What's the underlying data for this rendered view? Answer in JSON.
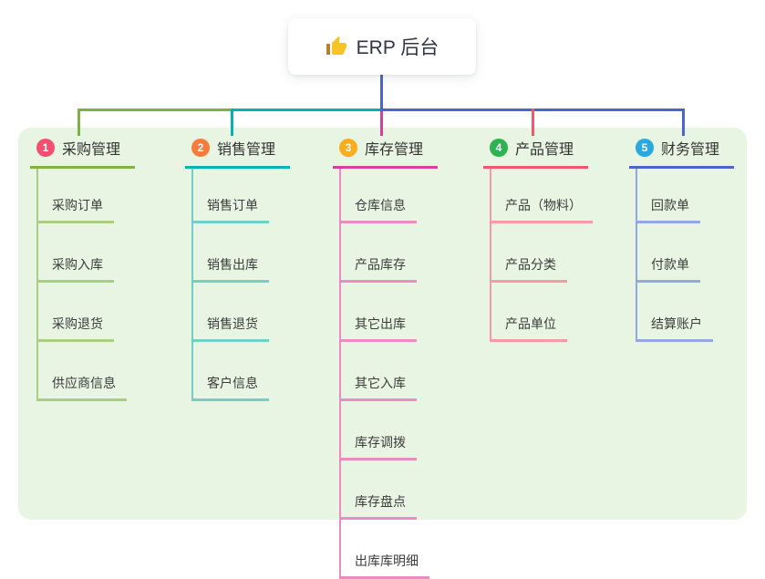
{
  "root": {
    "title": "ERP 后台",
    "icon": "thumbs-up-icon"
  },
  "colors": {
    "canvas_background": "#E8F5E2",
    "root_connector": "#4A64D0",
    "branch_purchase": "#7CB342",
    "branch_purchase_light": "#A8CE7F",
    "branch_sales": "#00B5AD",
    "branch_sales_light": "#72CFC7",
    "branch_inventory": "#D6409B",
    "branch_inventory_light": "#EA8BC4",
    "branch_product": "#F4566C",
    "branch_product_light": "#F79AA5",
    "branch_finance": "#4A64D0",
    "branch_finance_light": "#93A7E6",
    "badge_1": "#F25070",
    "badge_2": "#F57C3C",
    "badge_3": "#FAAD1F",
    "badge_4": "#30B153",
    "badge_5": "#29A9E0"
  },
  "branches": [
    {
      "index": "1",
      "title": "采购管理",
      "items": [
        "采购订单",
        "采购入库",
        "采购退货",
        "供应商信息"
      ]
    },
    {
      "index": "2",
      "title": "销售管理",
      "items": [
        "销售订单",
        "销售出库",
        "销售退货",
        "客户信息"
      ]
    },
    {
      "index": "3",
      "title": "库存管理",
      "items": [
        "仓库信息",
        "产品库存",
        "其它出库",
        "其它入库",
        "库存调拨",
        "库存盘点",
        "出库库明细"
      ]
    },
    {
      "index": "4",
      "title": "产品管理",
      "items": [
        "产品（物料）",
        "产品分类",
        "产品单位"
      ]
    },
    {
      "index": "5",
      "title": "财务管理",
      "items": [
        "回款单",
        "付款单",
        "结算账户"
      ]
    }
  ]
}
